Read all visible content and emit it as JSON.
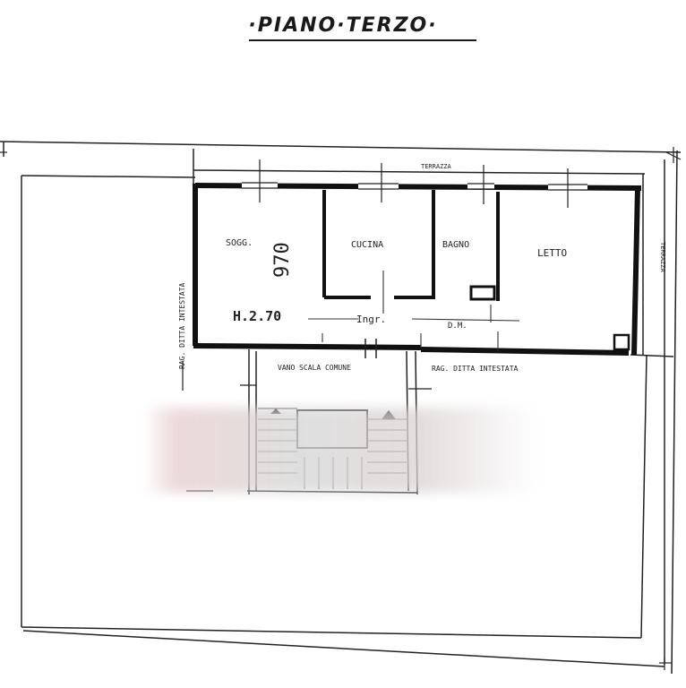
{
  "title": "·PIANO·TERZO·",
  "rooms": {
    "soggiorno": "SOGG.",
    "cucina": "CUCINA",
    "bagno": "BAGNO",
    "letto": "LETTO"
  },
  "annotations": {
    "height": "H.2.70",
    "ingresso": "Ingr.",
    "disimpegno": "D.M.",
    "handwritten_number": "970",
    "terrazza_top": "TERRAZZA",
    "terrazza_right": "TERRAZZA",
    "rag_ditta_left": "RAG. DITTA INTESTATA",
    "vano_scala": "VANO SCALA COMUNE",
    "rag_ditta_bottom": "RAG. DITTA INTESTATA"
  },
  "colors": {
    "ink": "#1a1a1a",
    "paper": "#ffffff"
  }
}
